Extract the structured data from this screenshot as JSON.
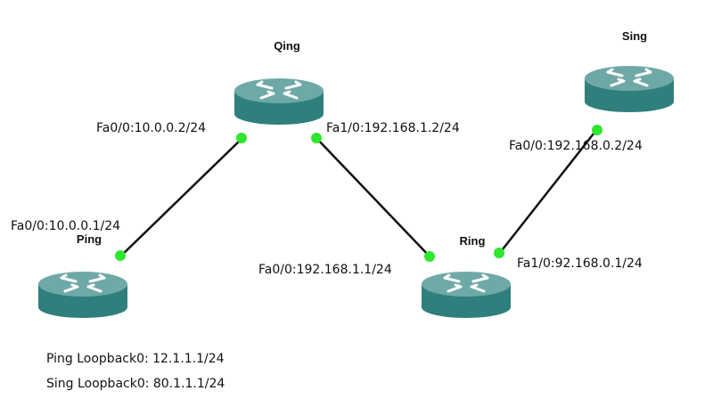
{
  "colors": {
    "link": "#111111",
    "port_dot": "#2ee62e",
    "router_top": "#6fa9a7",
    "router_side": "#2f7f7d",
    "router_arrows": "#ffffff"
  },
  "routers": {
    "qing": {
      "name": "Qing",
      "icon": "router-icon"
    },
    "sing": {
      "name": "Sing",
      "icon": "router-icon"
    },
    "ping": {
      "name": "Ping",
      "icon": "router-icon"
    },
    "ring": {
      "name": "Ring",
      "icon": "router-icon"
    }
  },
  "interfaces": {
    "qing_fa00": "Fa0/0:10.0.0.2/24",
    "qing_fa10": "Fa1/0:192.168.1.2/24",
    "sing_fa00": "Fa0/0:192.168.0.2/24",
    "ping_fa00": "Fa0/0:10.0.0.1/24",
    "ring_fa00": "Fa0/0:192.168.1.1/24",
    "ring_fa10": "Fa1/0:92.168.0.1/24"
  },
  "notes": {
    "ping_loopback": "Ping Loopback0: 12.1.1.1/24",
    "sing_loopback": "Sing Loopback0: 80.1.1.1/24"
  }
}
